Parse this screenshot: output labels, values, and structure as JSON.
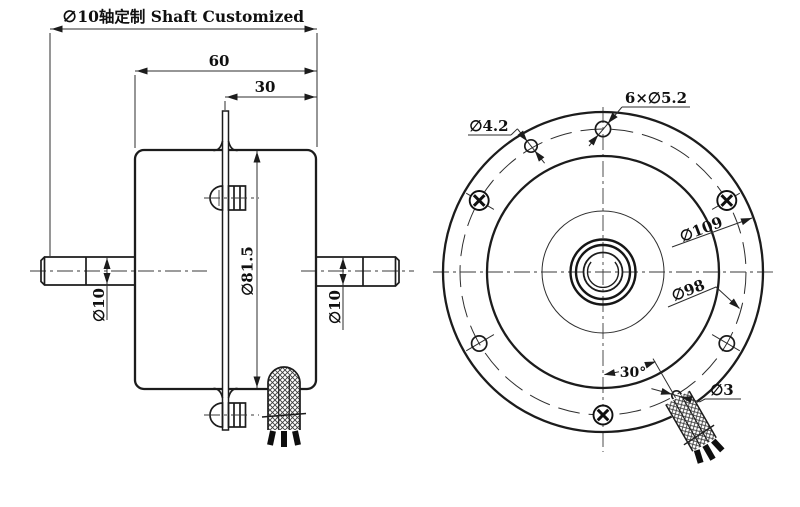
{
  "colors": {
    "background": "#ffffff",
    "line": "#1c1c1c"
  },
  "side_view": {
    "shaft_note": "∅10轴定制 Shaft Customized",
    "dim_60": "60",
    "dim_30": "30",
    "dim_body_diameter": "∅81.5",
    "dim_left_shaft": "∅10",
    "dim_right_shaft": "∅10"
  },
  "front_view": {
    "dim_mount_holes": "6×∅5.2",
    "dim_small_hole": "∅4.2",
    "dim_outer_diameter": "∅109",
    "dim_bolt_circle": "∅98",
    "dim_angle": "30°",
    "dim_wire_hole": "∅3"
  }
}
